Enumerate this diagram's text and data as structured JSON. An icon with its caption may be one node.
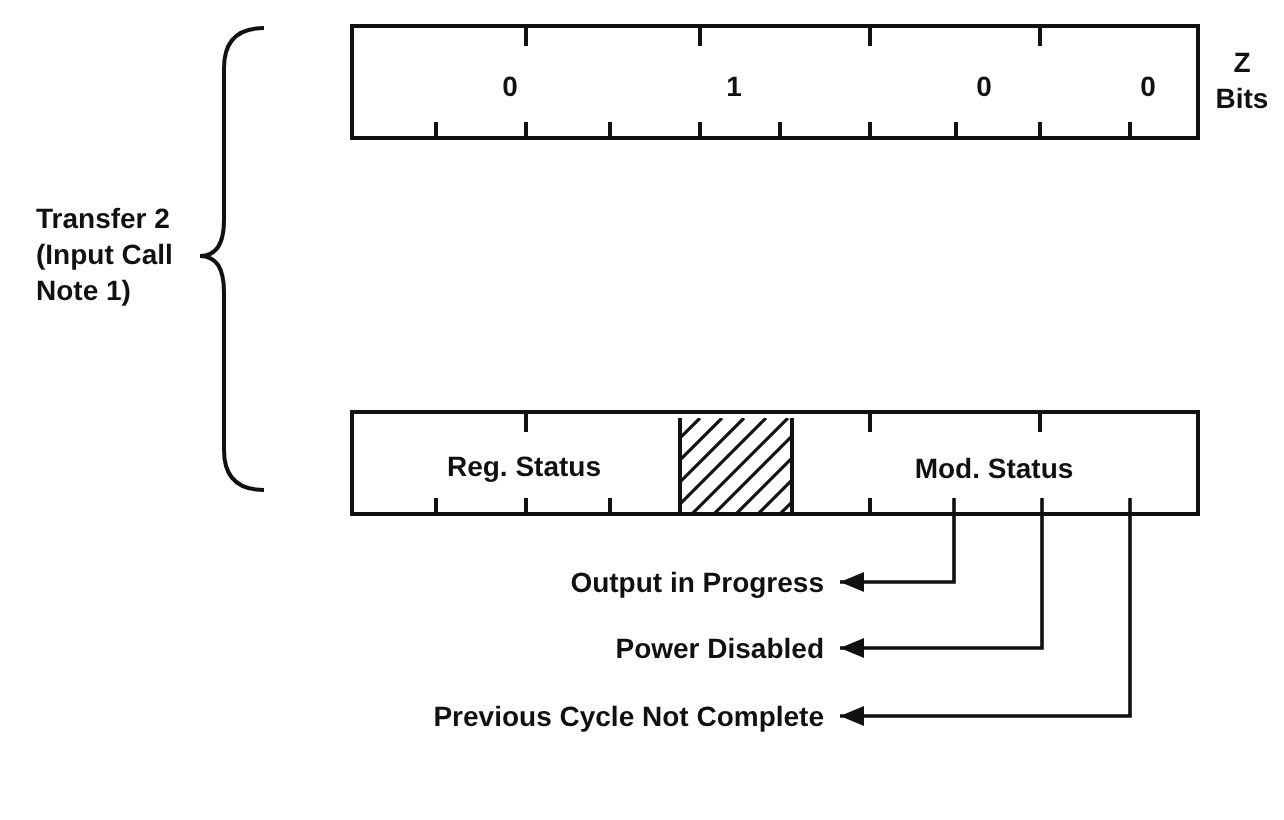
{
  "diagram": {
    "nodes": [
      {
        "text": [],
        "shape": "box"
      },
      {
        "text": [
          "0"
        ],
        "in": 0
      },
      {
        "text": [
          "1"
        ],
        "in": 0
      },
      {
        "text": [
          "0"
        ],
        "in": 0
      },
      {
        "text": [
          "0"
        ],
        "in": 0
      },
      {
        "text": [],
        "shape": "box"
      },
      {
        "text": [
          "Reg. Status"
        ],
        "in": 5
      },
      {
        "text": [],
        "shape": "box",
        "in": 5
      },
      {
        "text": [
          "Mod. Status"
        ],
        "in": 5
      },
      {
        "text": [
          "Output in Progress"
        ]
      },
      {
        "text": [
          "Power Disabled"
        ]
      },
      {
        "text": [
          "Previous Cycle Not Complete"
        ]
      }
    ],
    "edges": [
      {
        "from": 8,
        "to": 9,
        "arrow": "to"
      },
      {
        "from": 8,
        "to": 10,
        "arrow": "to"
      },
      {
        "from": 8,
        "to": 11,
        "arrow": "to"
      }
    ],
    "labels": [
      "Z Bits",
      "Transfer 2 (Input Call Note 1)"
    ]
  }
}
